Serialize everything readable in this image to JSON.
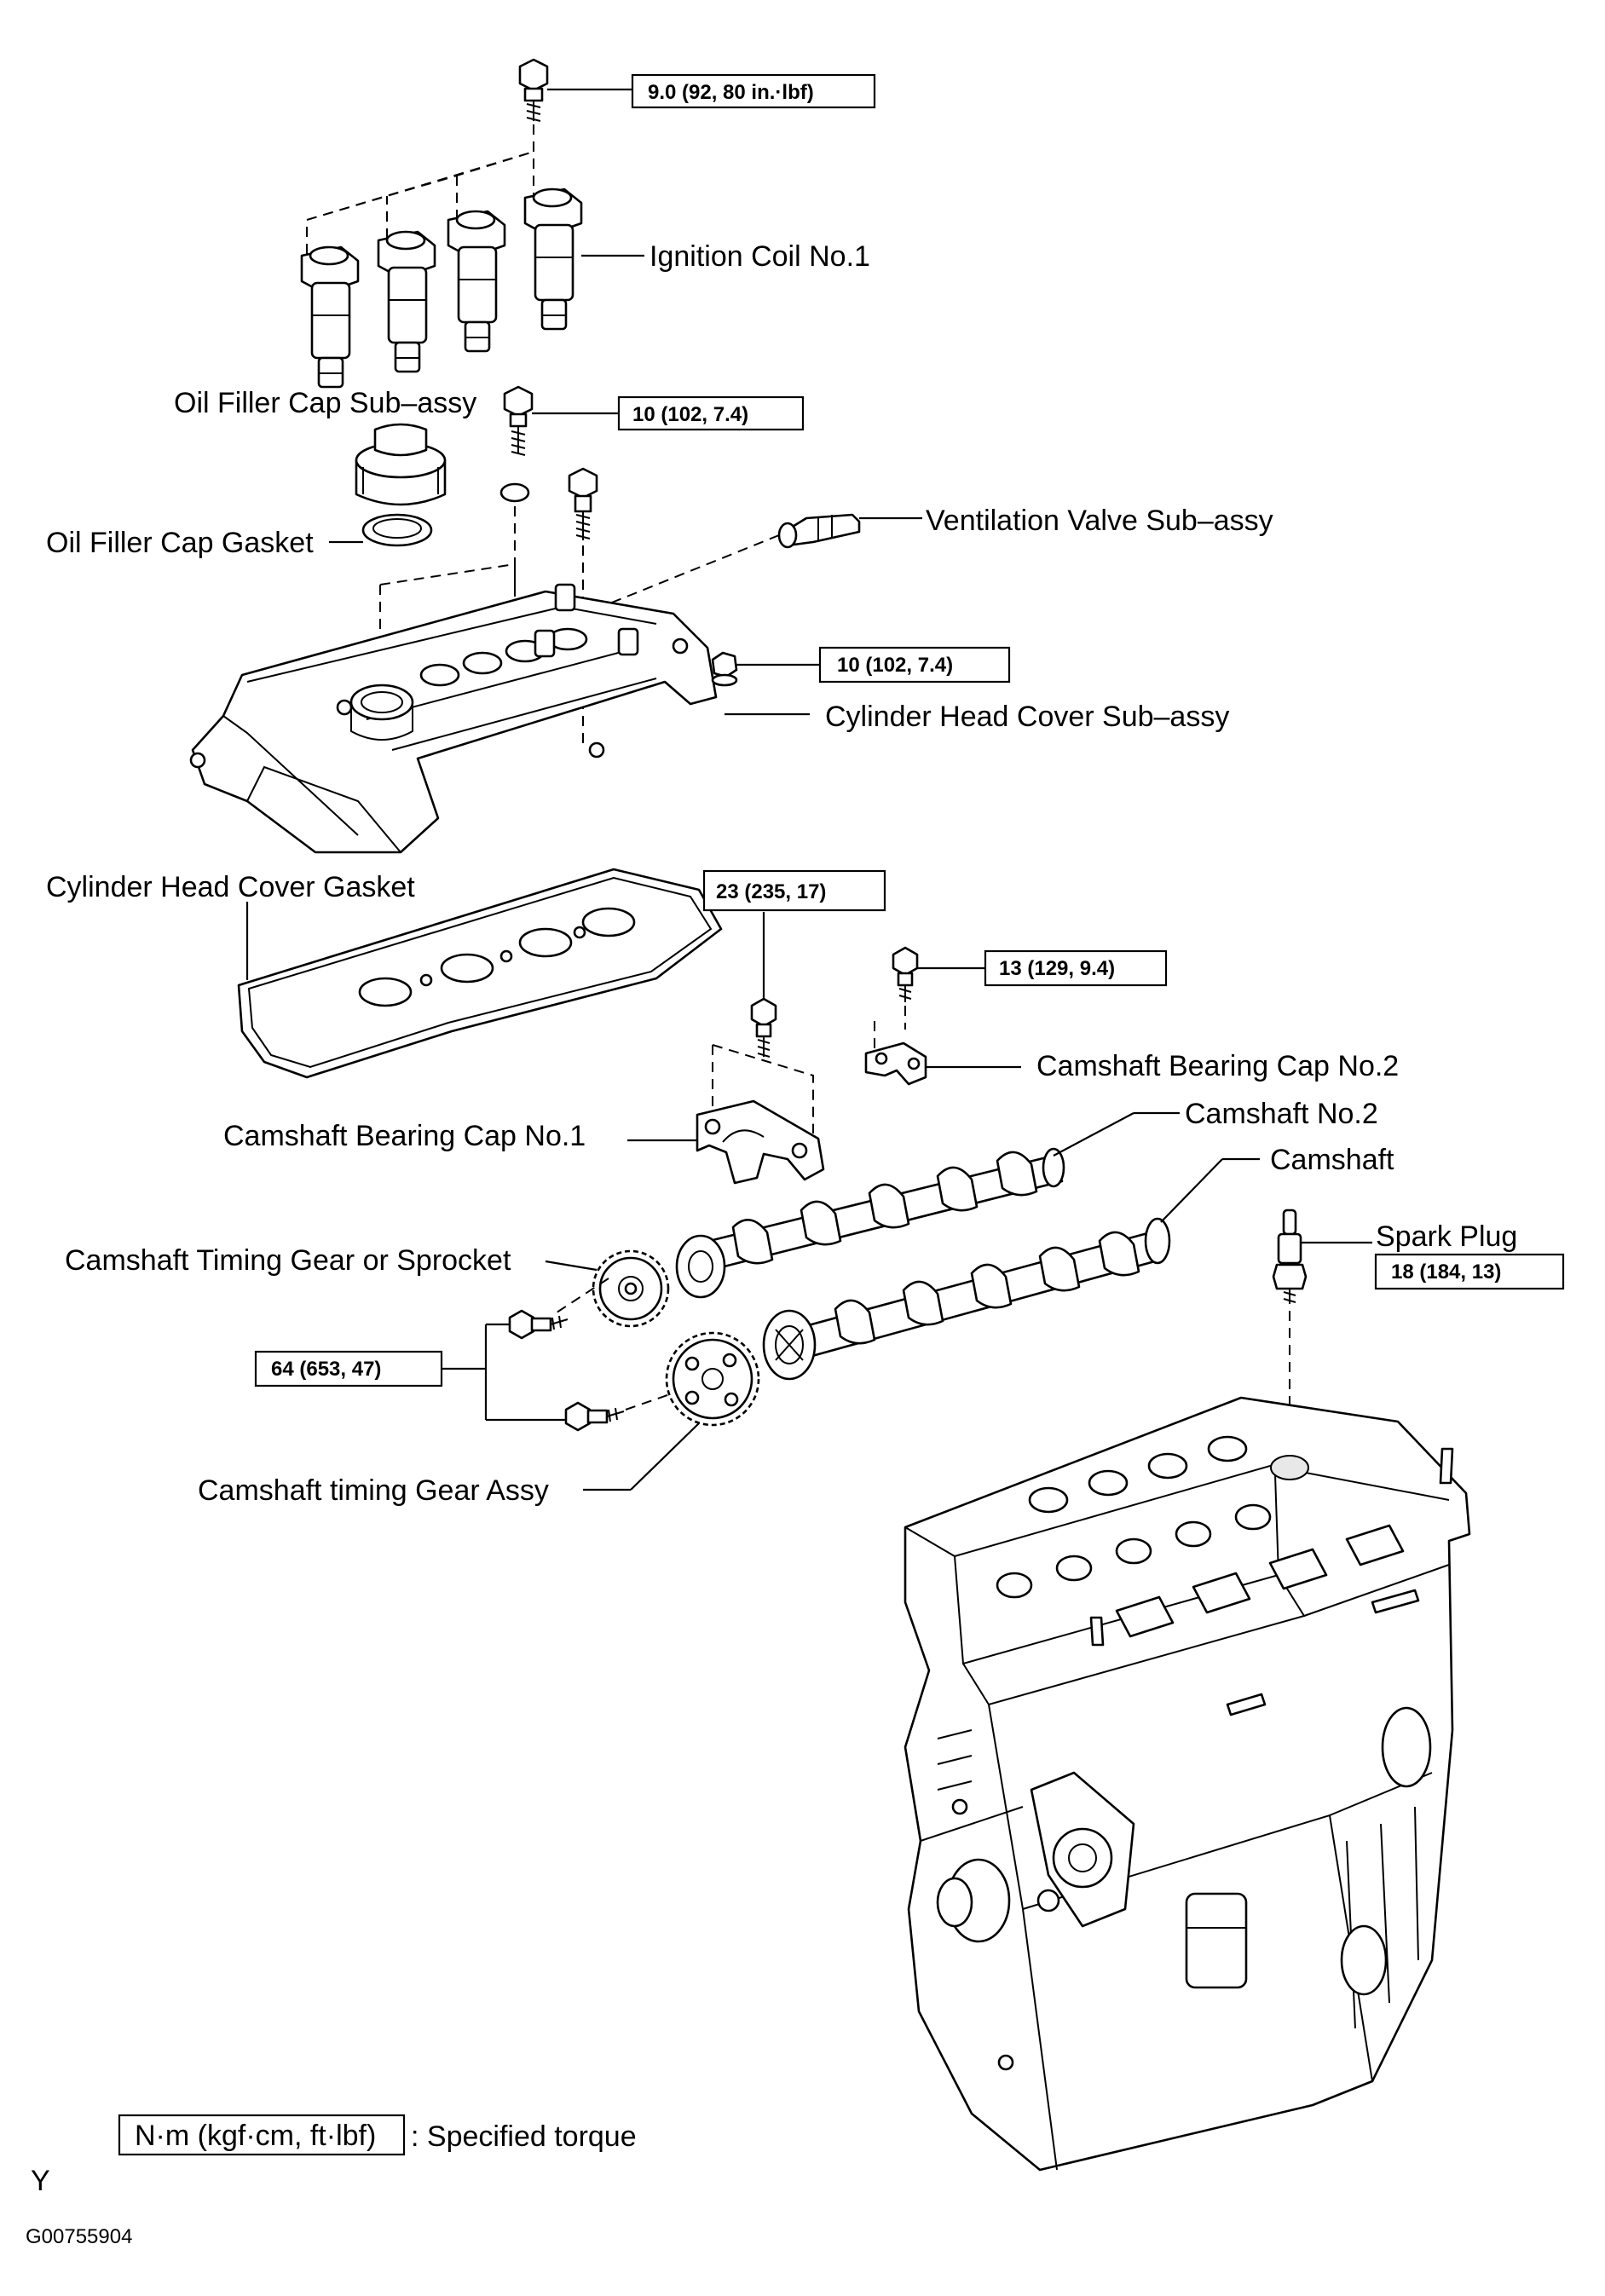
{
  "labels": {
    "ignition_coil": "Ignition Coil No.1",
    "oil_filler_cap": "Oil Filler Cap Sub–assy",
    "oil_filler_gasket": "Oil Filler Cap Gasket",
    "ventilation_valve": "Ventilation Valve Sub–assy",
    "head_cover": "Cylinder Head Cover Sub–assy",
    "head_cover_gasket": "Cylinder Head Cover Gasket",
    "bearing_cap_2": "Camshaft Bearing Cap No.2",
    "bearing_cap_1": "Camshaft Bearing Cap No.1",
    "camshaft_2": "Camshaft No.2",
    "camshaft": "Camshaft",
    "timing_sprocket": "Camshaft Timing Gear or Sprocket",
    "spark_plug": "Spark Plug",
    "timing_gear_assy": "Camshaft timing Gear Assy"
  },
  "torques": {
    "coil_bolt": "9.0 (92, 80 in.·lbf)",
    "cap_bolt": "10 (102, 7.4)",
    "cover_nut": "10 (102, 7.4)",
    "cap1_bolt": "23 (235, 17)",
    "cap2_bolt": "13 (129, 9.4)",
    "spark_plug": "18 (184, 13)",
    "gear_bolt": "64 (653, 47)"
  },
  "legend": {
    "units": "N·m (kgf·cm, ft·lbf)",
    "text": ": Specified torque"
  },
  "footer": {
    "letter": "Y",
    "code": "G00755904"
  }
}
